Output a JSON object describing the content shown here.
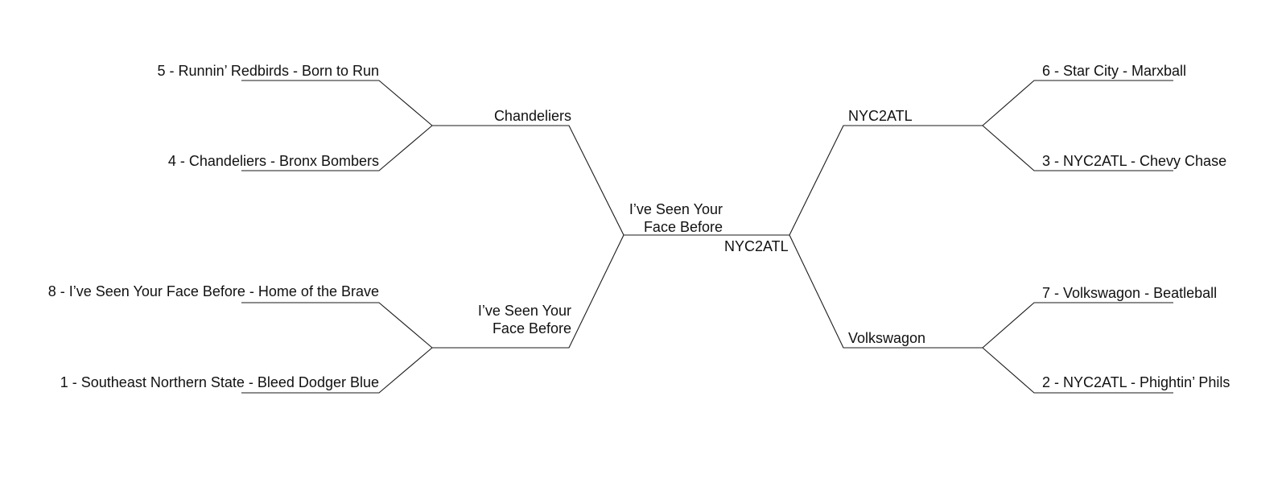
{
  "bracket": {
    "left_top": {
      "seed_a": "5 - Runnin’ Redbirds - Born to Run",
      "seed_b": "4 - Chandeliers - Bronx Bombers",
      "winner": "Chandeliers"
    },
    "left_bottom": {
      "seed_a": "8 - I’ve Seen Your Face Before - Home of the Brave",
      "seed_b": "1 - Southeast Northern State - Bleed Dodger Blue",
      "winner_line1": "I’ve Seen Your",
      "winner_line2": "Face Before"
    },
    "right_top": {
      "seed_a": "6 - Star City - Marxball",
      "seed_b": "3 - NYC2ATL - Chevy Chase",
      "winner": "NYC2ATL"
    },
    "right_bottom": {
      "seed_a": "7 - Volkswagon - Beatleball",
      "seed_b": "2 - NYC2ATL - Phightin’ Phils",
      "winner": "Volkswagon"
    },
    "final": {
      "left_line1": "I’ve Seen Your",
      "left_line2": "Face Before",
      "right": "NYC2ATL"
    }
  }
}
